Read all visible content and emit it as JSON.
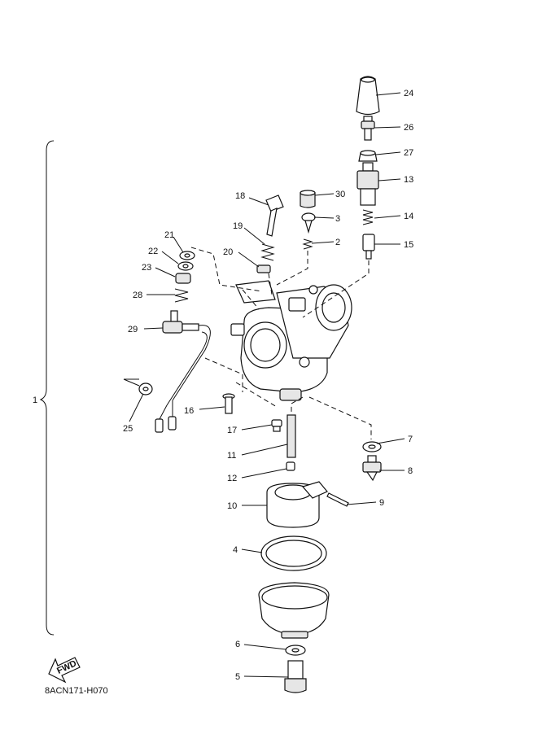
{
  "diagram": {
    "assembly_label": "1",
    "drawing_code": "8ACN171-H070",
    "fwd_label": "FWD",
    "parts": [
      {
        "id": "2"
      },
      {
        "id": "3"
      },
      {
        "id": "4"
      },
      {
        "id": "5"
      },
      {
        "id": "6"
      },
      {
        "id": "7"
      },
      {
        "id": "8"
      },
      {
        "id": "9"
      },
      {
        "id": "10"
      },
      {
        "id": "11"
      },
      {
        "id": "12"
      },
      {
        "id": "13"
      },
      {
        "id": "14"
      },
      {
        "id": "15"
      },
      {
        "id": "16"
      },
      {
        "id": "17"
      },
      {
        "id": "18"
      },
      {
        "id": "19"
      },
      {
        "id": "20"
      },
      {
        "id": "21"
      },
      {
        "id": "22"
      },
      {
        "id": "23"
      },
      {
        "id": "24"
      },
      {
        "id": "25"
      },
      {
        "id": "26"
      },
      {
        "id": "27"
      },
      {
        "id": "28"
      },
      {
        "id": "29"
      },
      {
        "id": "30"
      }
    ]
  }
}
